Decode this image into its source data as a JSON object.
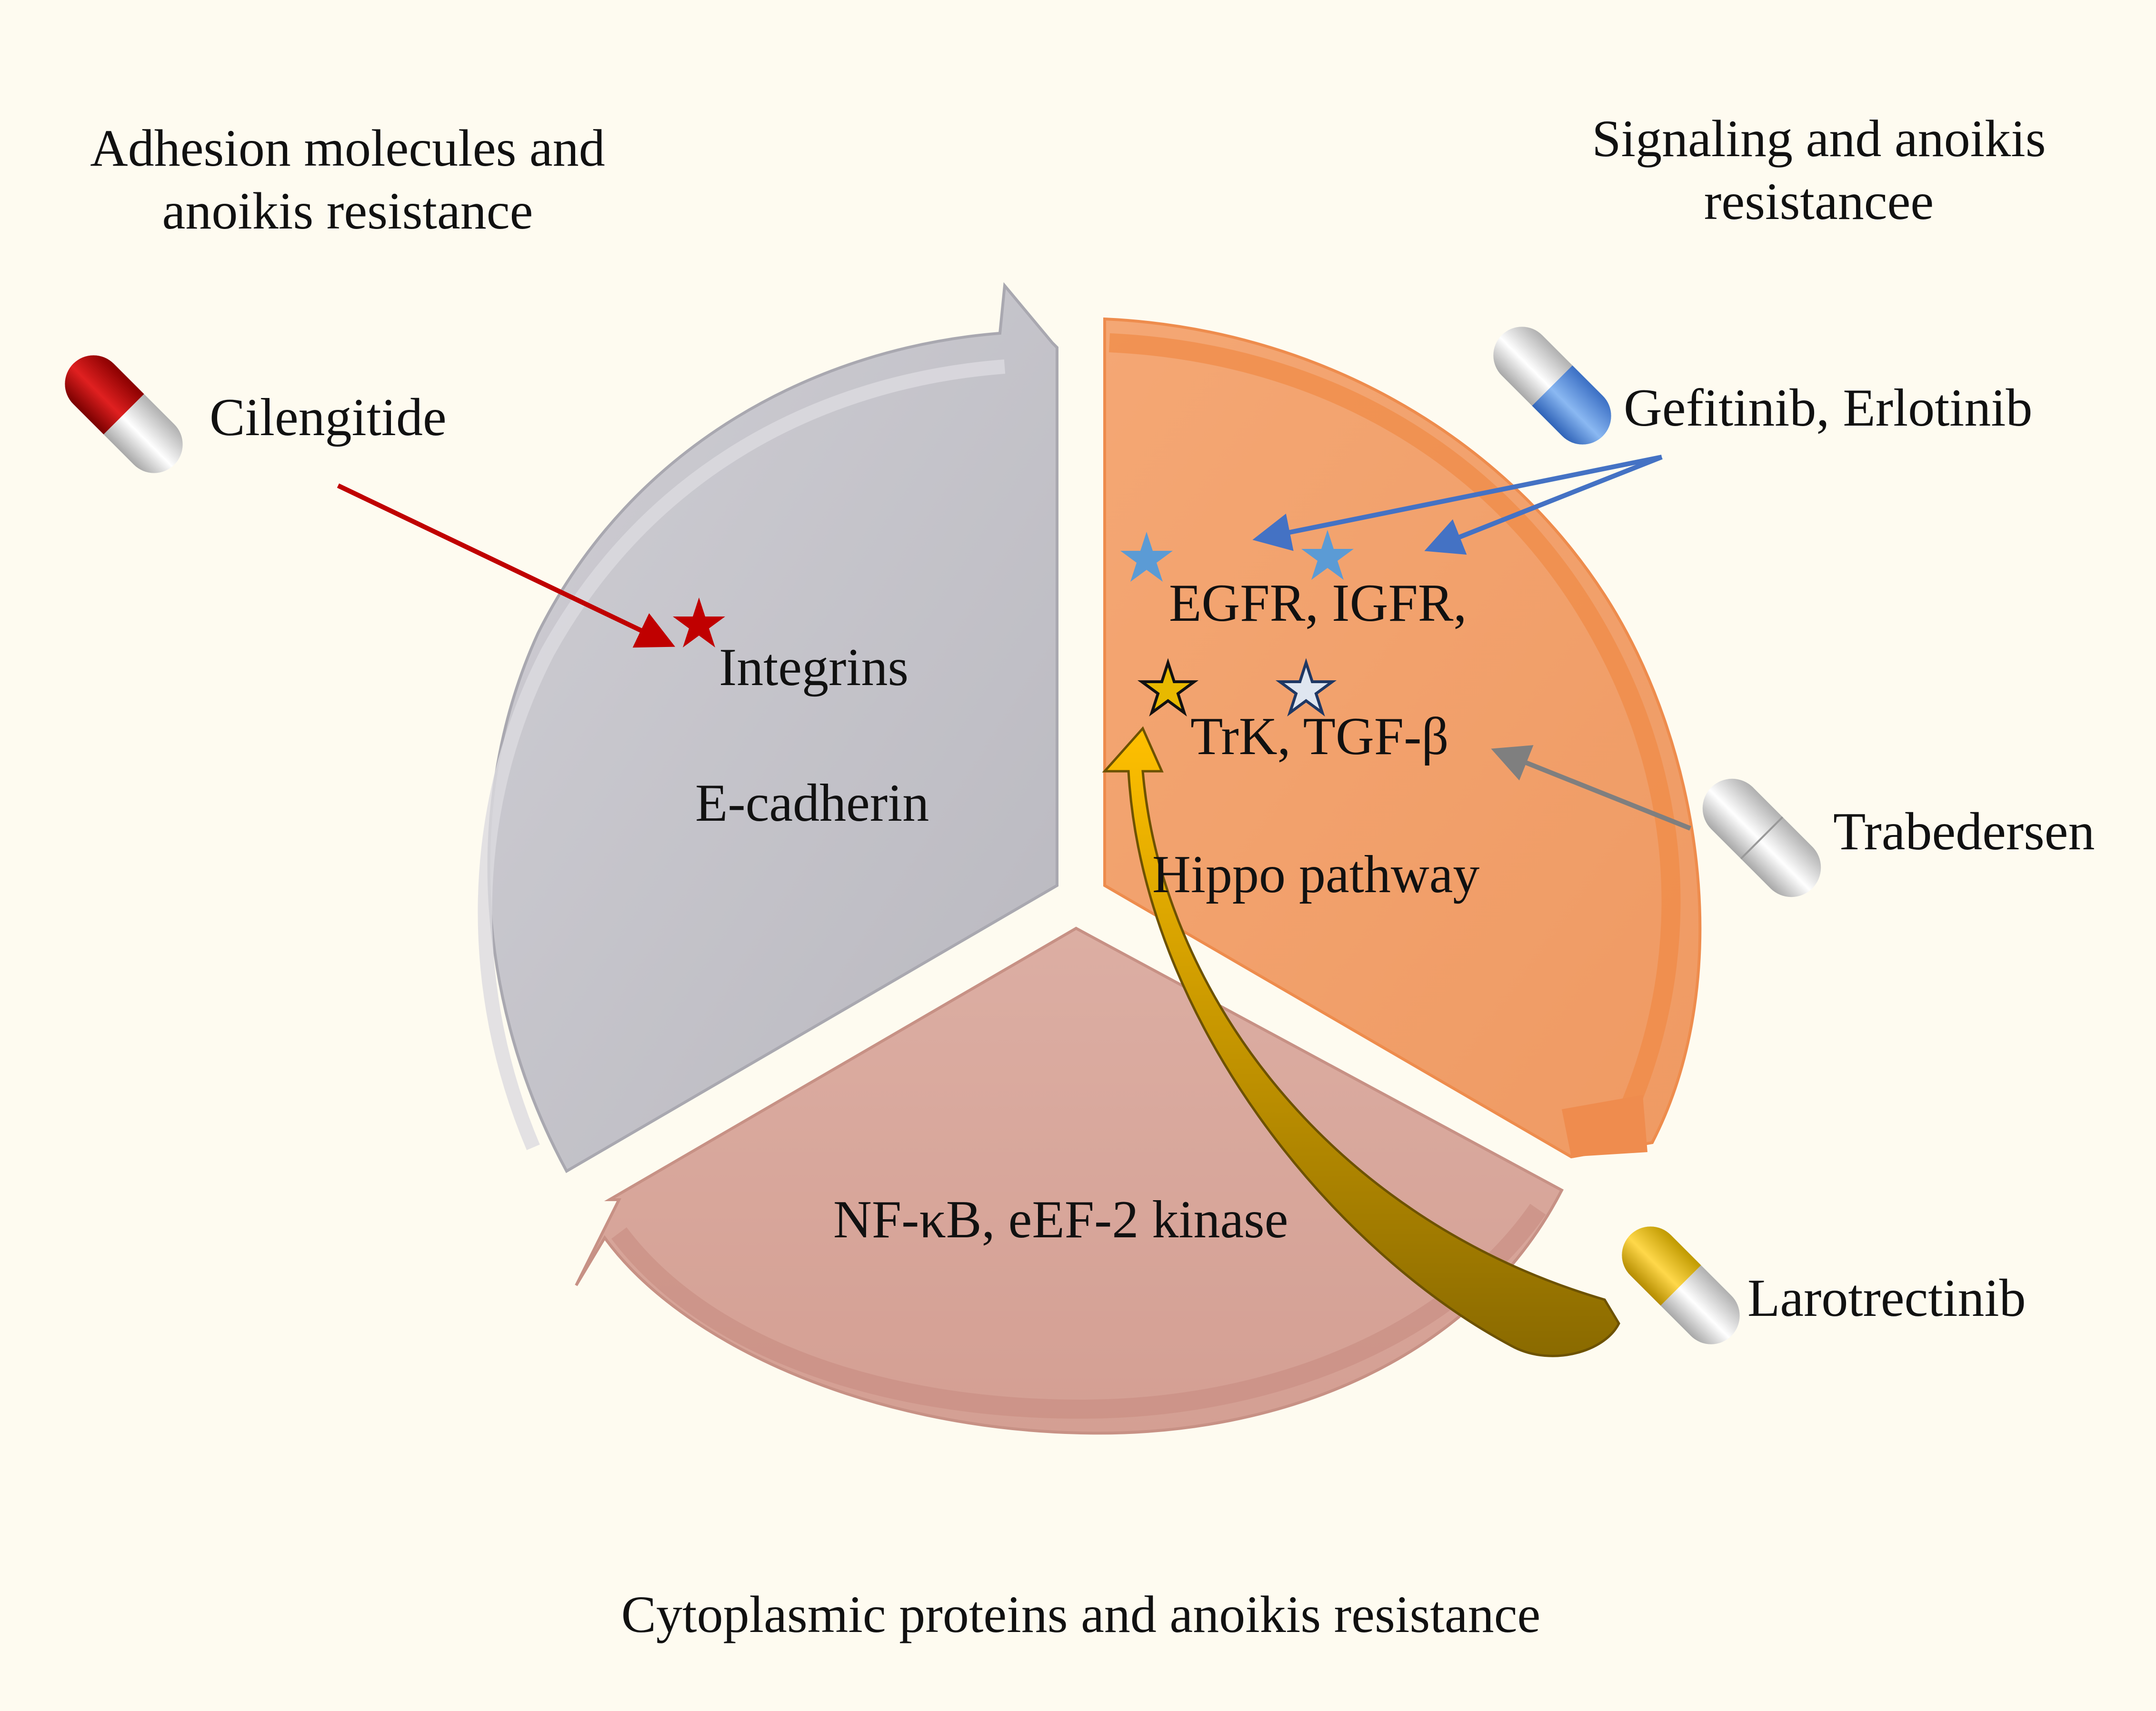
{
  "sections": {
    "adhesion": {
      "title_line1": "Adhesion molecules and",
      "title_line2": "anoikis resistance",
      "items": [
        "Integrins",
        "E-cadherin"
      ]
    },
    "signaling": {
      "title_line1": "Signaling and anoikis",
      "title_line2": "resistancee",
      "items": [
        "EGFR, IGFR,",
        "TrK, TGF-β",
        "Hippo pathway"
      ]
    },
    "cytoplasmic": {
      "title": "Cytoplasmic proteins and anoikis resistance",
      "items": [
        "NF-κB, eEF-2 kinase"
      ]
    }
  },
  "drugs": [
    {
      "name": "Cilengitide",
      "pill_icon": "red-pill-icon",
      "color": "#c0141c"
    },
    {
      "name": "Gefitinib, Erlotinib",
      "pill_icon": "blue-pill-icon",
      "color": "#4a86d8"
    },
    {
      "name": "Trabedersen",
      "pill_icon": "gray-pill-icon",
      "color": "#c8c8c8"
    },
    {
      "name": "Larotrectinib",
      "pill_icon": "yellow-pill-icon",
      "color": "#e0b000"
    }
  ],
  "colors": {
    "background": "#fefbf0",
    "adhesion_segment": "#c0bfc5",
    "signaling_segment": "#f2a06e",
    "cytoplasmic_segment": "#d9a79b",
    "cilengitide_arrow": "#c00000",
    "egfr_arrow": "#4472c4",
    "trabedersen_arrow": "#7f7f7f",
    "larotrectinib_arrow": "#e6a800"
  }
}
